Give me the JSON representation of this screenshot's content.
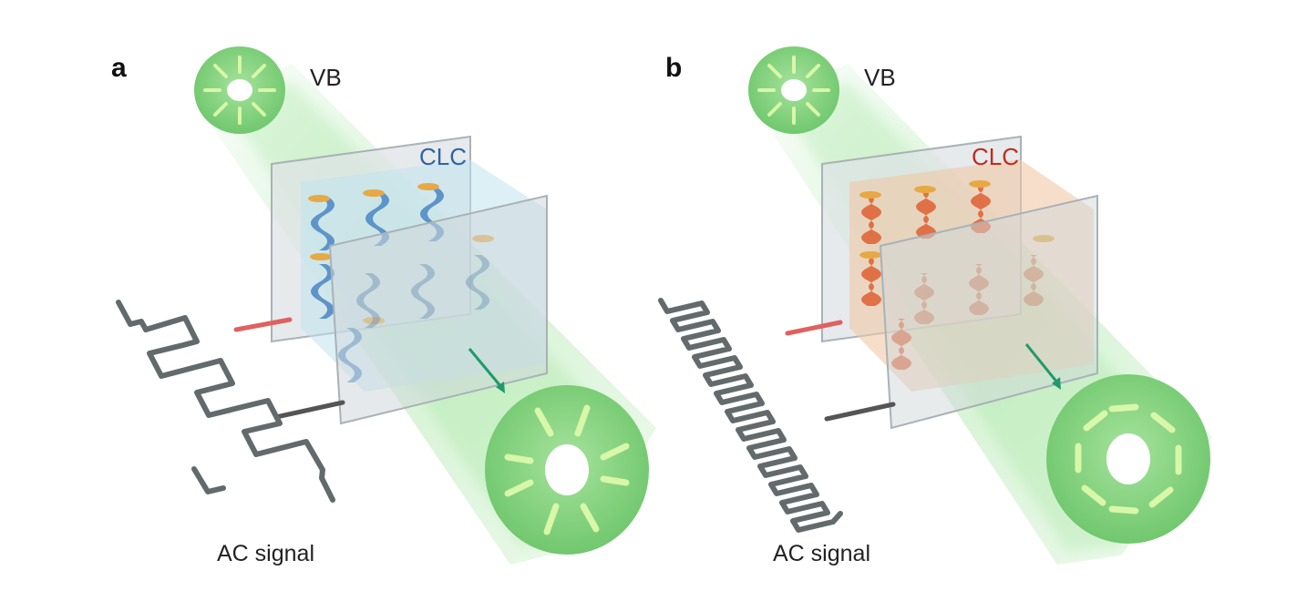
{
  "panels": [
    {
      "label": "a",
      "vb": "VB",
      "clc": "CLC",
      "signal": "AC signal",
      "clc_color": "#2f63a6",
      "lc_color": "#4a86c4",
      "waveform": "square-wave",
      "output_pattern": "radial"
    },
    {
      "label": "b",
      "vb": "VB",
      "clc": "CLC",
      "signal": "AC signal",
      "clc_color": "#c42a1e",
      "lc_color": "#e0673a",
      "waveform": "high-frequency-square-wave",
      "output_pattern": "azimuthal"
    }
  ],
  "colors": {
    "beam": "#7ed67a",
    "vortex_disk": "#7fce7a",
    "segment": "#d8f7a8",
    "electrode_top": "#e06060",
    "electrode_bottom": "#555555",
    "waveform": "#626a6b",
    "arrow": "#1f9a6a"
  }
}
